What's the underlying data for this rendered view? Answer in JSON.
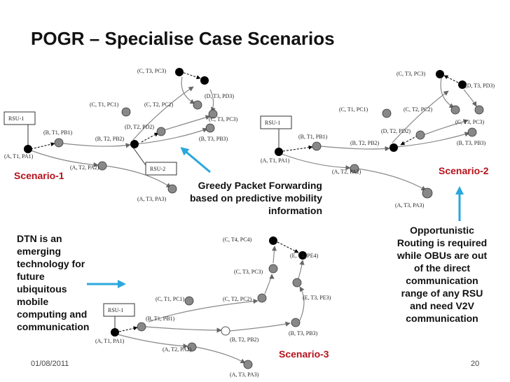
{
  "title": "POGR – Specialise Case Scenarios",
  "colors": {
    "label_red": "#b5121b",
    "arrow_blue": "#2aa7dc",
    "node_gray": "#888888",
    "node_black": "#000000"
  },
  "scenario1": {
    "label": "Scenario-1",
    "rsu1": "RSU-1",
    "rsu2": "RSU-2",
    "nodes": {
      "a1": "(A, T1, PA1)",
      "b1": "(B, T1, PB1)",
      "a2": "(A, T2, PA2)",
      "a3": "(A, T3, PA3)",
      "b2": "(B, T2, PB2)",
      "d2": "(D, T2, PD2)",
      "b3": "(B, T3, PB3)",
      "c1": "(C, T1, PC1)",
      "c2": "(C, T2, PC2)",
      "c3a": "(C, T3, PC3)",
      "c3b": "(C, T3, PC3)",
      "d3": "(D, T3, PD3)"
    }
  },
  "scenario2": {
    "label": "Scenario-2",
    "rsu1": "RSU-1",
    "nodes": {
      "a1": "(A, T1, PA1)",
      "b1": "(B, T1, PB1)",
      "a2": "(A, T2, PA2)",
      "a3": "(A, T3, PA3)",
      "b2": "(B, T2, PB2)",
      "d2": "(D, T2, PD2)",
      "b3": "(B, T3, PB3)",
      "c1": "(C, T1, PC1)",
      "c2": "(C, T2, PC2)",
      "c3a": "(C, T3, PC3)",
      "c3b": "(C, T3, PC3)",
      "d3": "(D, T3, PD3)"
    }
  },
  "scenario3": {
    "label": "Scenario-3",
    "rsu1": "RSU-1",
    "nodes": {
      "a1": "(A, T1, PA1)",
      "b1": "(B, T1, PB1)",
      "a2": "(A, T2, PA2)",
      "a3": "(A, T3, PA3)",
      "b2": "(B, T2, PB2)",
      "b3": "(B, T3, PB3)",
      "c1": "(C, T1, PC1)",
      "c2": "(C, T2, PC2)",
      "c3": "(C, T3, PC3)",
      "c4": "(C, T4, PC4)",
      "e3": "(E, T3, PE3)",
      "e4": "(E, T4, PE4)"
    }
  },
  "callouts": {
    "greedy": [
      "Greedy Packet Forwarding",
      "based on predictive mobility",
      "information"
    ],
    "dtn": [
      "DTN is an",
      "emerging",
      "technology for",
      "future",
      "ubiquitous",
      "mobile",
      "computing and",
      "communication"
    ],
    "opportunistic": [
      "Opportunistic",
      "Routing is required",
      "while OBUs are out",
      "of the direct",
      "communication",
      "range of any RSU",
      "and need V2V",
      "communication"
    ]
  },
  "footer": {
    "date": "01/08/2011",
    "page": "20"
  }
}
